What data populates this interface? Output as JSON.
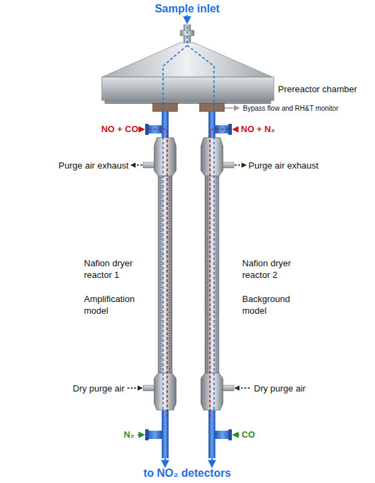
{
  "diagram": {
    "labels": [
      "Sample inlet",
      "Prereactor chamber",
      "Bypass flow and RH&T monitor",
      "NO + CO",
      "NO + N₂",
      "Purge air exhaust",
      "Purge air exhaust",
      "Nafion dryer reactor 1",
      "Amplification model",
      "Nafion dryer reactor 2",
      "Background model",
      "Dry purge air",
      "Dry purge air",
      "N₂",
      "CO",
      "to NO₂ detectors"
    ]
  }
}
